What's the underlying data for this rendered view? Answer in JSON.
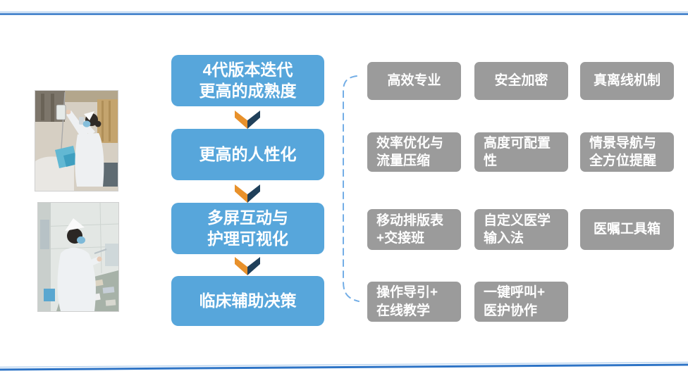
{
  "slide": {
    "background": "#ffffff",
    "accent_line_color": "#2e74c6",
    "accent_line_light": "#b9d4f0"
  },
  "flow_column": {
    "box_color": "#57a6db",
    "text_color": "#ffffff",
    "steps": [
      {
        "label": "4代版本迭代\n更高的成熟度"
      },
      {
        "label": "更高的人性化"
      },
      {
        "label": "多屏互动与\n护理可视化"
      },
      {
        "label": "临床辅助决策"
      }
    ],
    "arrow": {
      "left_color": "#e8912b",
      "right_color": "#20405a"
    }
  },
  "connector": {
    "color": "#73aee6",
    "style": "dashed-bracket"
  },
  "feature_grid": {
    "box_color": "#9b9b9b",
    "text_color": "#ffffff",
    "items": [
      {
        "label": "高效专业"
      },
      {
        "label": "安全加密"
      },
      {
        "label": "真离线机制"
      },
      {
        "label": "效率优化与\n流量压缩"
      },
      {
        "label": "高度可配置\n性"
      },
      {
        "label": "情景导航与\n全方位提醒"
      },
      {
        "label": "移动排版表\n+交接班"
      },
      {
        "label": "自定义医学\n输入法"
      },
      {
        "label": "医嘱工具箱"
      },
      {
        "label": "操作导引+\n在线教学"
      },
      {
        "label": "一键呼叫+\n医护协作"
      }
    ]
  },
  "photos": [
    {
      "name": "nurse-adjusting-iv-photo"
    },
    {
      "name": "nurse-preparing-medication-photo"
    }
  ]
}
